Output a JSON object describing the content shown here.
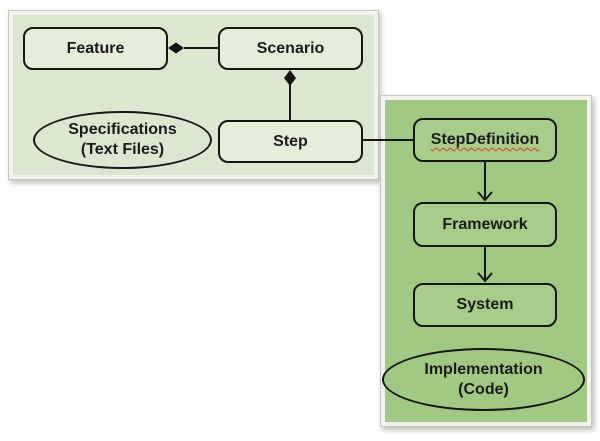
{
  "diagram": {
    "title": "BDD specification-to-implementation diagram",
    "line_color": "#161616",
    "left_panel": {
      "bg_color": "#dbe7cf",
      "node_bg_color": "#e6eed9",
      "nodes": [
        {
          "label": "Feature"
        },
        {
          "label": "Scenario"
        },
        {
          "label": "Step"
        }
      ],
      "ellipse": {
        "line1": "Specifications",
        "line2": "(Text Files)"
      }
    },
    "right_panel": {
      "bg_color": "#a2c983",
      "node_bg_color": "#a8cd8a",
      "nodes": [
        {
          "label": "StepDefinition",
          "spellcheck_squiggle": true,
          "squiggle_color": "#dd3b22"
        },
        {
          "label": "Framework"
        },
        {
          "label": "System"
        }
      ],
      "ellipse": {
        "line1": "Implementation",
        "line2": "(Code)"
      }
    },
    "connectors": [
      {
        "from": "Scenario",
        "to": "Feature",
        "style": "filled-diamond-at-target"
      },
      {
        "from": "Step",
        "to": "Scenario",
        "style": "filled-diamond-at-target"
      },
      {
        "from": "Step",
        "to": "StepDefinition",
        "style": "plain-line"
      },
      {
        "from": "StepDefinition",
        "to": "Framework",
        "style": "open-arrow"
      },
      {
        "from": "Framework",
        "to": "System",
        "style": "open-arrow"
      }
    ]
  }
}
